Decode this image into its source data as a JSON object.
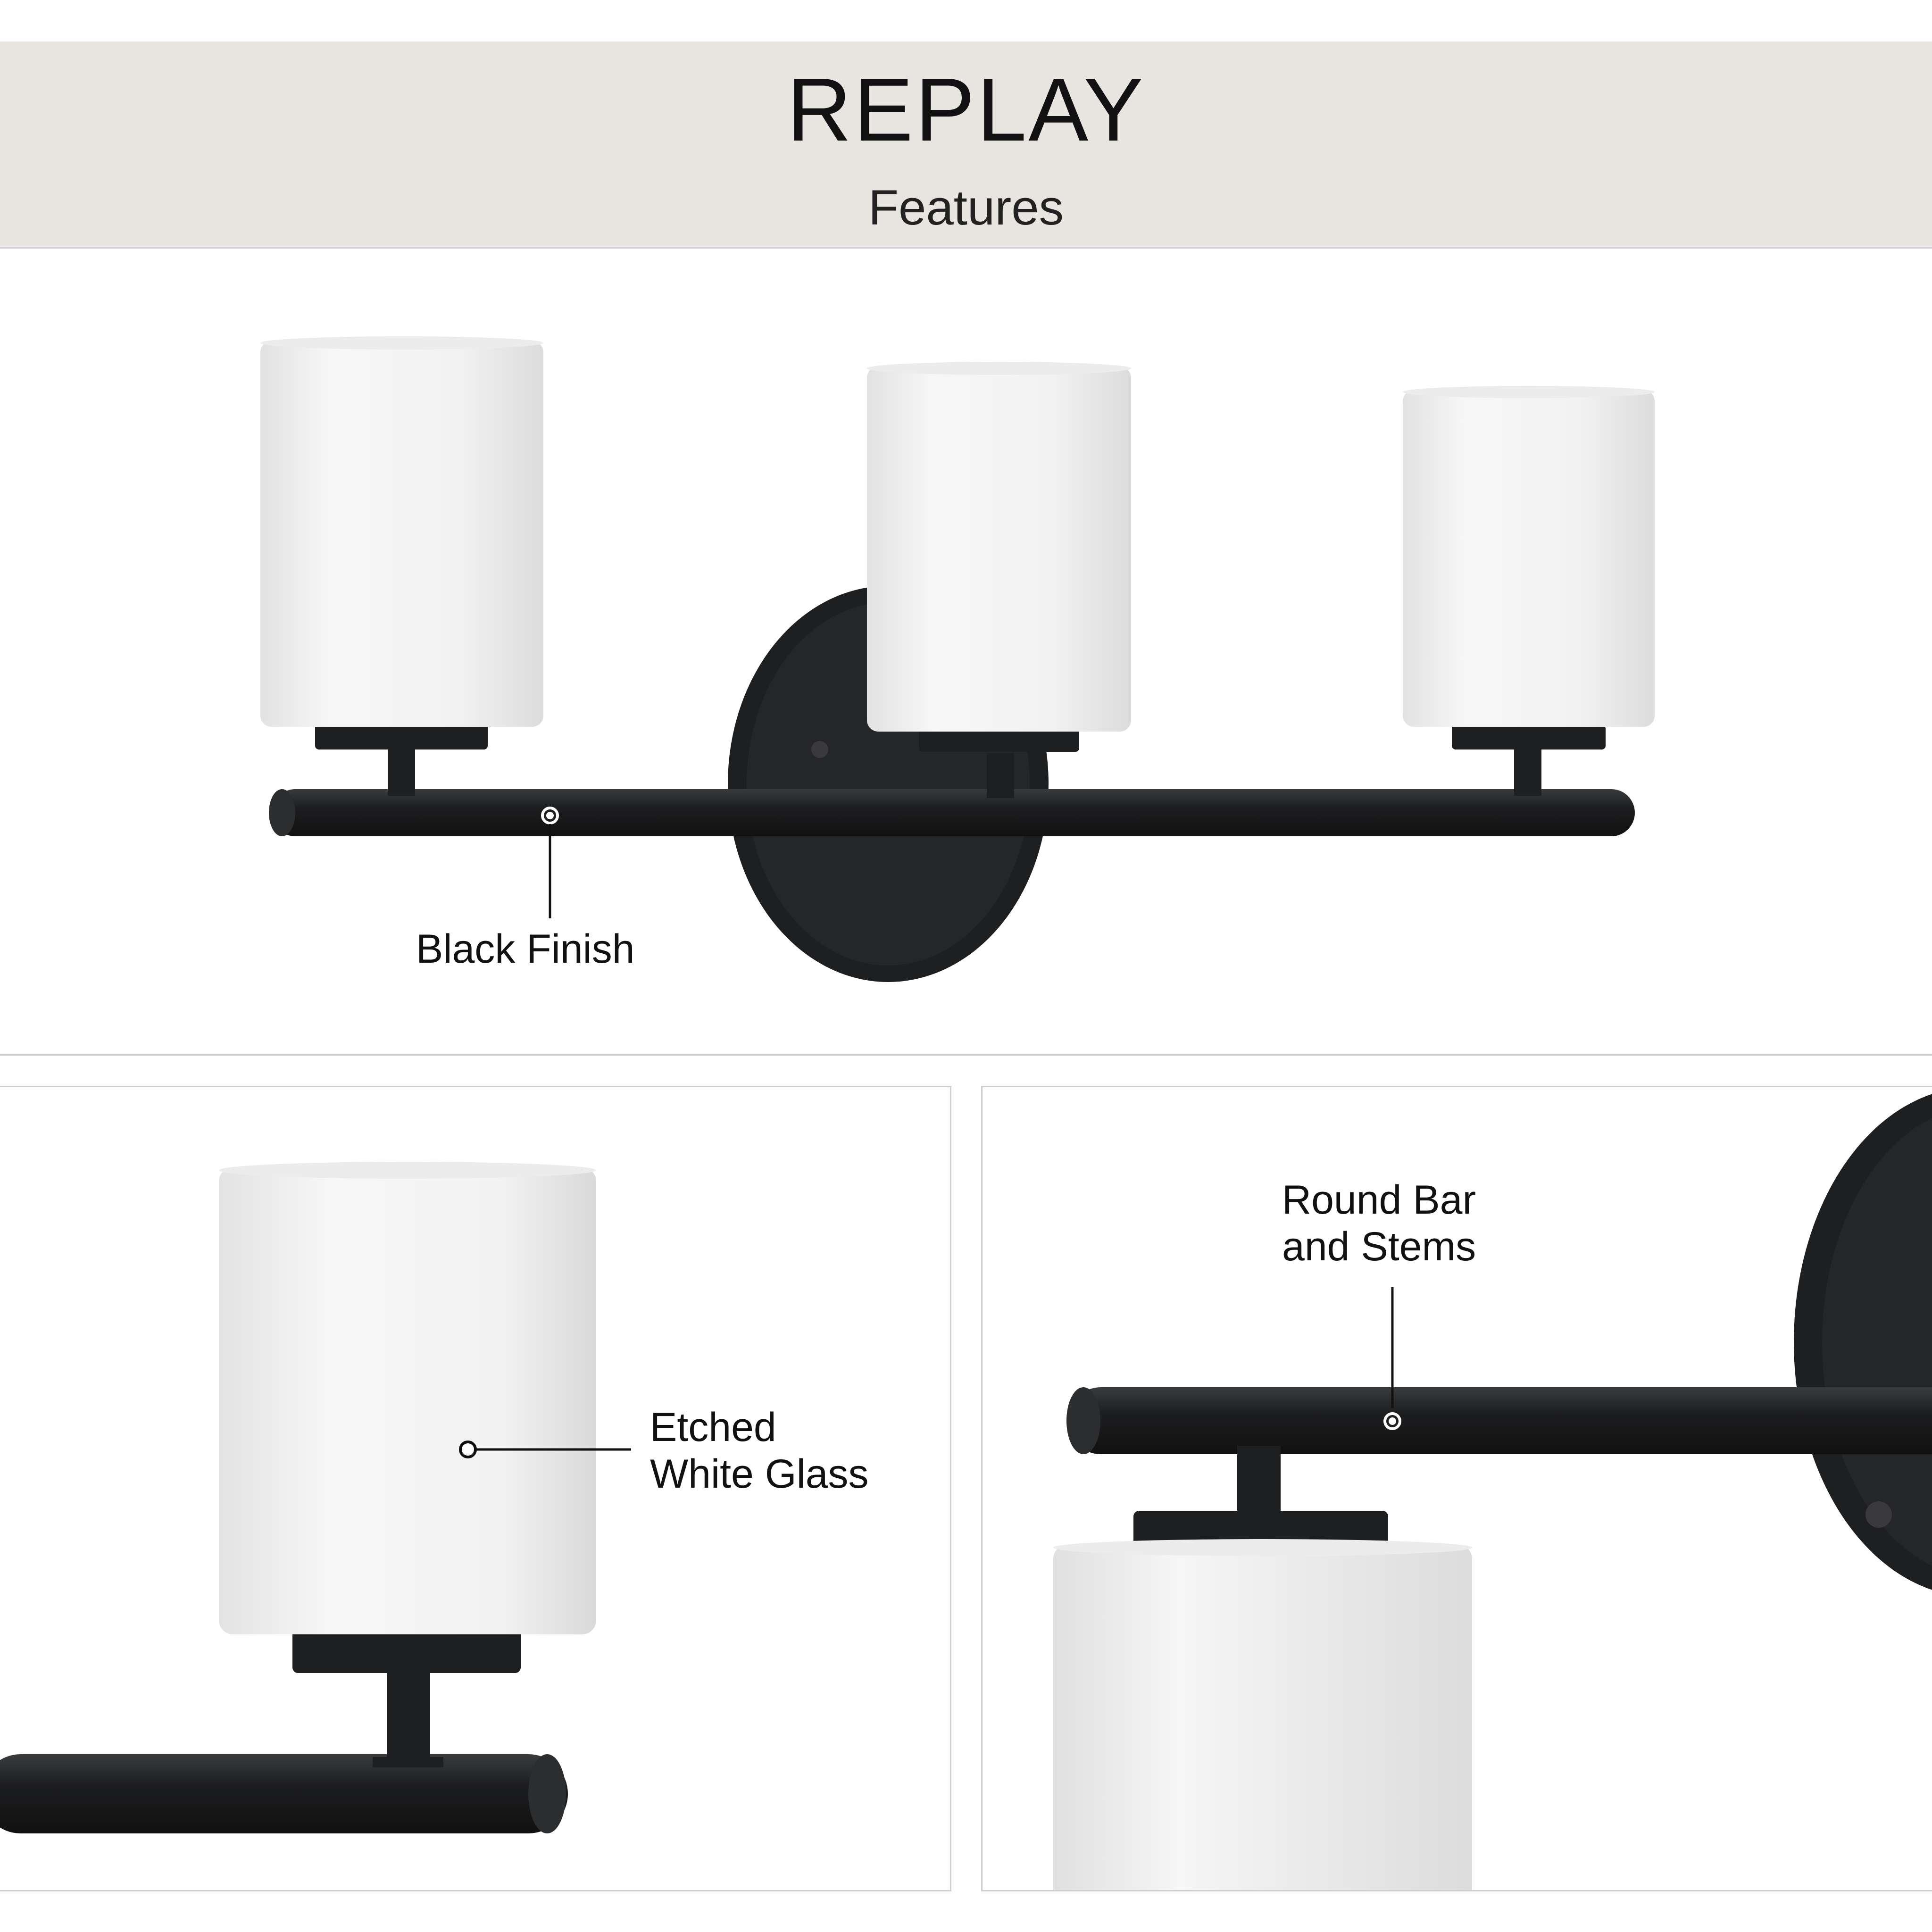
{
  "header": {
    "brand": "REPLAY",
    "subtitle": "Features"
  },
  "callouts": {
    "finish": "Black Finish",
    "glass_line1": "Etched",
    "glass_line2": "White Glass",
    "bar_line1": "Round Bar",
    "bar_line2": "and Stems"
  },
  "colors": {
    "header_bg": "#e8e5e1",
    "metal": "#1e1f21",
    "glass": "#f3f3f3",
    "panel_border": "#cfcfcf"
  }
}
